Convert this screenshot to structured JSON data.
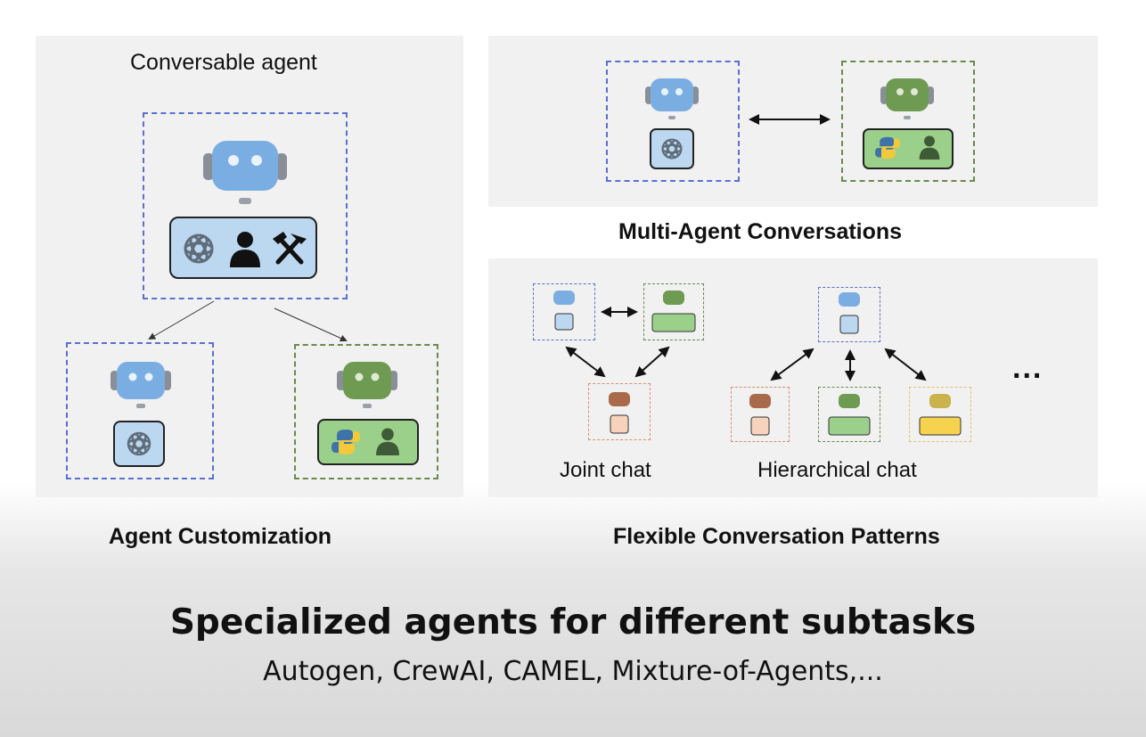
{
  "conversable": {
    "title": "Conversable agent"
  },
  "customization": {
    "title": "Agent Customization"
  },
  "multi_agent": {
    "title": "Multi-Agent Conversations"
  },
  "patterns": {
    "title": "Flexible Conversation Patterns",
    "joint_label": "Joint chat",
    "hierarchical_label": "Hierarchical chat",
    "ellipsis": "..."
  },
  "headline": {
    "title": "Specialized agents for different subtasks",
    "subtitle": "Autogen, CrewAI, CAMEL, Mixture-of-Agents,..."
  },
  "colors": {
    "blue_robot": "#7aaee3",
    "green_robot": "#6f9a52",
    "orange_robot": "#a86a4a",
    "yellow_robot": "#c9b34a",
    "blue_tray": "#bcd7f0",
    "green_tray": "#9bd08a",
    "orange_tray": "#f7d2bd",
    "yellow_tray": "#f7d24e"
  }
}
